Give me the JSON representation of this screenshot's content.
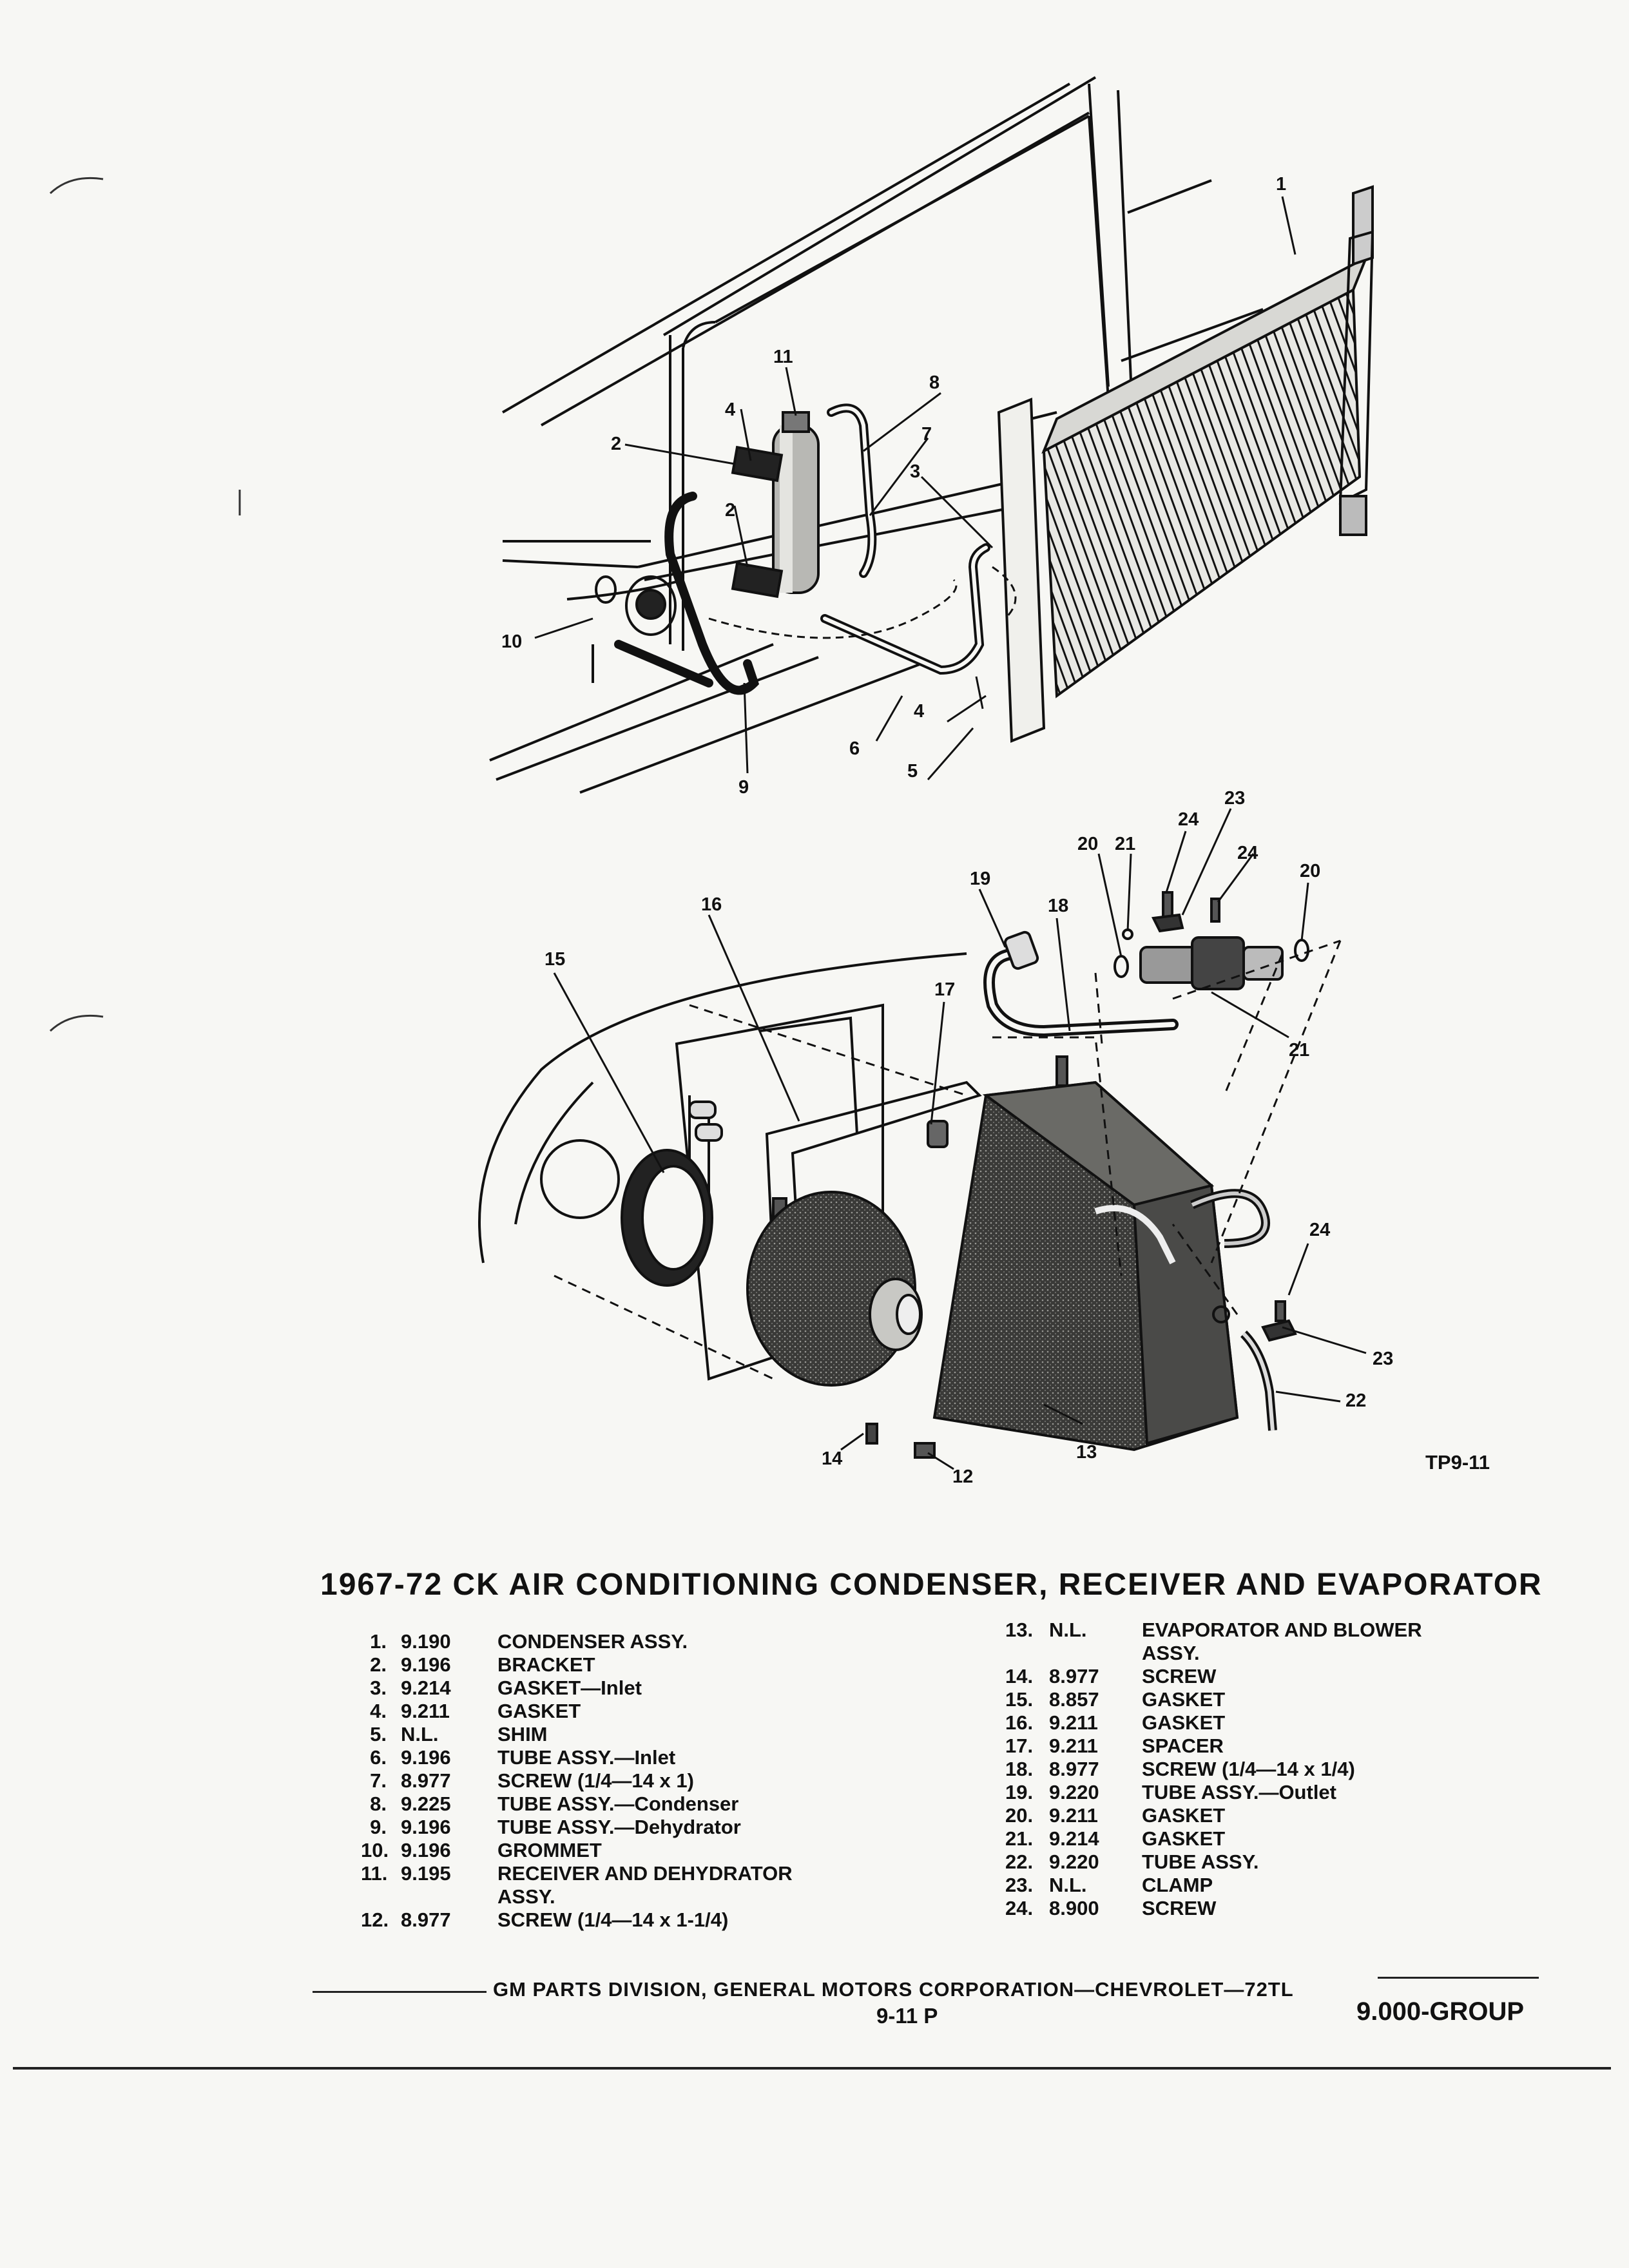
{
  "figure": {
    "plate_code": "TP9-11",
    "upper_callouts": [
      "1",
      "2",
      "2",
      "3",
      "4",
      "4",
      "5",
      "6",
      "7",
      "8",
      "9",
      "10",
      "11"
    ],
    "lower_callouts": [
      "12",
      "13",
      "14",
      "15",
      "16",
      "17",
      "18",
      "19",
      "20",
      "20",
      "21",
      "21",
      "22",
      "23",
      "23",
      "24",
      "24",
      "24"
    ]
  },
  "title": "1967-72 CK AIR CONDITIONING CONDENSER, RECEIVER AND EVAPORATOR",
  "parts_left": [
    {
      "num": "1.",
      "code": "9.190",
      "desc": "CONDENSER ASSY."
    },
    {
      "num": "2.",
      "code": "9.196",
      "desc": "BRACKET"
    },
    {
      "num": "3.",
      "code": "9.214",
      "desc": "GASKET—Inlet"
    },
    {
      "num": "4.",
      "code": "9.211",
      "desc": "GASKET"
    },
    {
      "num": "5.",
      "code": "N.L.",
      "desc": "SHIM"
    },
    {
      "num": "6.",
      "code": "9.196",
      "desc": "TUBE ASSY.—Inlet"
    },
    {
      "num": "7.",
      "code": "8.977",
      "desc": "SCREW (1/4—14 x 1)"
    },
    {
      "num": "8.",
      "code": "9.225",
      "desc": "TUBE ASSY.—Condenser"
    },
    {
      "num": "9.",
      "code": "9.196",
      "desc": "TUBE ASSY.—Dehydrator"
    },
    {
      "num": "10.",
      "code": "9.196",
      "desc": "GROMMET"
    },
    {
      "num": "11.",
      "code": "9.195",
      "desc": "RECEIVER AND DEHYDRATOR"
    },
    {
      "num": "",
      "code": "",
      "desc": "ASSY."
    },
    {
      "num": "12.",
      "code": "8.977",
      "desc": "SCREW (1/4—14 x 1-1/4)"
    }
  ],
  "parts_right": [
    {
      "num": "13.",
      "code": "N.L.",
      "desc": "EVAPORATOR AND BLOWER"
    },
    {
      "num": "",
      "code": "",
      "desc": "ASSY."
    },
    {
      "num": "14.",
      "code": "8.977",
      "desc": "SCREW"
    },
    {
      "num": "15.",
      "code": "8.857",
      "desc": "GASKET"
    },
    {
      "num": "16.",
      "code": "9.211",
      "desc": "GASKET"
    },
    {
      "num": "17.",
      "code": "9.211",
      "desc": "SPACER"
    },
    {
      "num": "18.",
      "code": "8.977",
      "desc": "SCREW (1/4—14 x 1/4)"
    },
    {
      "num": "19.",
      "code": "9.220",
      "desc": "TUBE ASSY.—Outlet"
    },
    {
      "num": "20.",
      "code": "9.211",
      "desc": "GASKET"
    },
    {
      "num": "21.",
      "code": "9.214",
      "desc": "GASKET"
    },
    {
      "num": "22.",
      "code": "9.220",
      "desc": "TUBE ASSY."
    },
    {
      "num": "23.",
      "code": "N.L.",
      "desc": "CLAMP"
    },
    {
      "num": "24.",
      "code": "8.900",
      "desc": "SCREW"
    }
  ],
  "footer": {
    "division": "GM PARTS DIVISION, GENERAL MOTORS CORPORATION—CHEVROLET—72TL",
    "page": "9-11 P",
    "group": "9.000-GROUP"
  },
  "colors": {
    "paper": "#f7f7f4",
    "ink": "#111111"
  }
}
